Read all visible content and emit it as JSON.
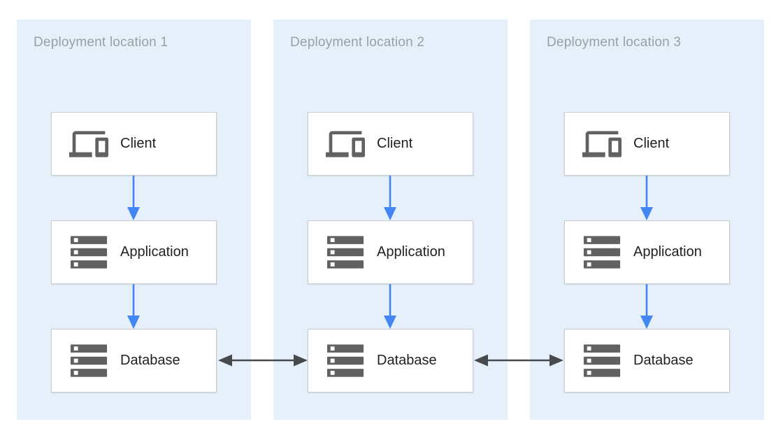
{
  "colors": {
    "page_bg": "#FFFFFF",
    "panel_bg": "#E6F0FA",
    "panel_title": "#97A0A8",
    "node_bg": "#FFFFFF",
    "node_border": "#C9CDD1",
    "node_label": "#212121",
    "icon_gray": "#616161",
    "flow_arrow": "#4285F4",
    "sync_arrow": "#474A4D"
  },
  "panels": [
    {
      "title": "Deployment location 1",
      "nodes": [
        {
          "label": "Client",
          "icon": "devices-icon"
        },
        {
          "label": "Application",
          "icon": "server-stack-icon"
        },
        {
          "label": "Database",
          "icon": "server-stack-icon"
        }
      ]
    },
    {
      "title": "Deployment location 2",
      "nodes": [
        {
          "label": "Client",
          "icon": "devices-icon"
        },
        {
          "label": "Application",
          "icon": "server-stack-icon"
        },
        {
          "label": "Database",
          "icon": "server-stack-icon"
        }
      ]
    },
    {
      "title": "Deployment location 3",
      "nodes": [
        {
          "label": "Client",
          "icon": "devices-icon"
        },
        {
          "label": "Application",
          "icon": "server-stack-icon"
        },
        {
          "label": "Database",
          "icon": "server-stack-icon"
        }
      ]
    }
  ],
  "arrows": {
    "flow": [
      "client-to-application",
      "application-to-database"
    ],
    "replication": [
      "database1-database2-bidirectional",
      "database2-database3-bidirectional"
    ]
  }
}
